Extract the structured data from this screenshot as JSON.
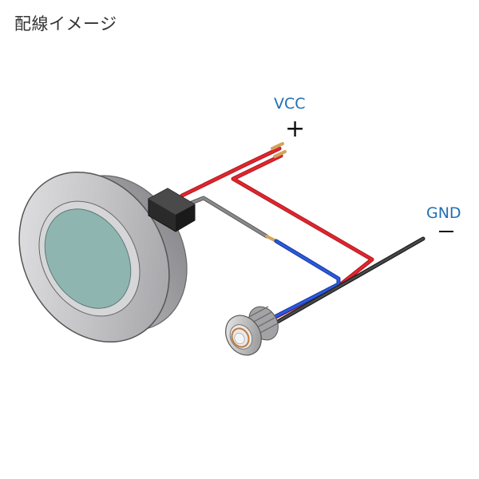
{
  "title": "配線イメージ",
  "labels": {
    "vcc": "VCC",
    "vcc_sign": "+",
    "gnd": "GND"
  },
  "colors": {
    "label_blue": "#1f6fb5",
    "wire_red": "#d8232a",
    "wire_black": "#3a3a3a",
    "wire_blue": "#1e4fd6",
    "lens": "#8fb5b1",
    "metal": "#c9c9cb"
  }
}
